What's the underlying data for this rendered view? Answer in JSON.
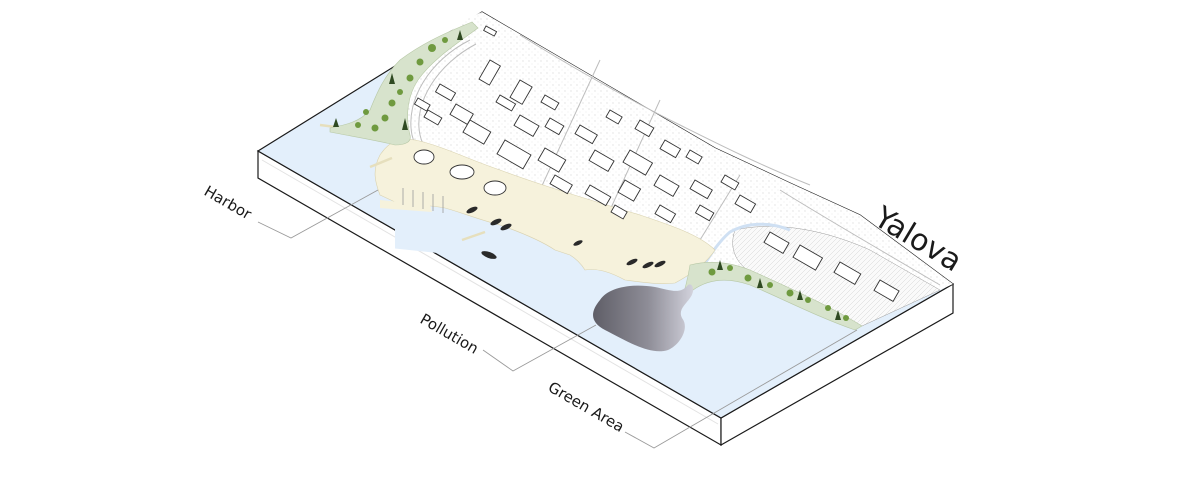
{
  "diagram": {
    "title": "Yalova",
    "labels": [
      {
        "id": "harbor",
        "text": "Harbor"
      },
      {
        "id": "pollution",
        "text": "Pollution"
      },
      {
        "id": "green-area",
        "text": "Green Area"
      }
    ],
    "colors": {
      "water": "#e3effb",
      "land_promenade": "#f6f2dc",
      "park_green": "#d7e3cc",
      "tree_green": "#6f9a3f",
      "tree_dark": "#2f4a22",
      "pollution_dark": "#66656e",
      "pollution_light": "#c9c9d2",
      "outline": "#1a1a1a",
      "leader": "#9a9a9a",
      "building_outline": "#444444",
      "street": "#bdbdbd"
    }
  }
}
